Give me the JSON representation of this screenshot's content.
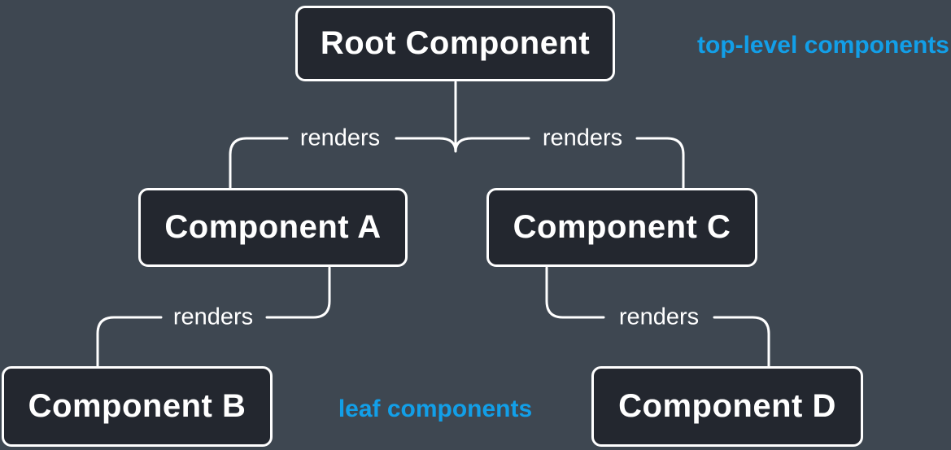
{
  "diagram": {
    "nodes": [
      {
        "id": "root",
        "label": "Root Component"
      },
      {
        "id": "a",
        "label": "Component A"
      },
      {
        "id": "c",
        "label": "Component C"
      },
      {
        "id": "b",
        "label": "Component B"
      },
      {
        "id": "d",
        "label": "Component D"
      }
    ],
    "edges": [
      {
        "from": "Root Component",
        "to": "Component A",
        "label": "renders"
      },
      {
        "from": "Root Component",
        "to": "Component C",
        "label": "renders"
      },
      {
        "from": "Component A",
        "to": "Component B",
        "label": "renders"
      },
      {
        "from": "Component C",
        "to": "Component D",
        "label": "renders"
      }
    ],
    "annotations": [
      {
        "id": "top-level",
        "label": "top-level components"
      },
      {
        "id": "leaf",
        "label": "leaf components"
      }
    ],
    "colors": {
      "background": "#3E4751",
      "node_fill": "#23272F",
      "node_border": "#FFFFFF",
      "line": "#FFFFFF",
      "text": "#FFFFFF",
      "accent": "#129FE8"
    }
  }
}
